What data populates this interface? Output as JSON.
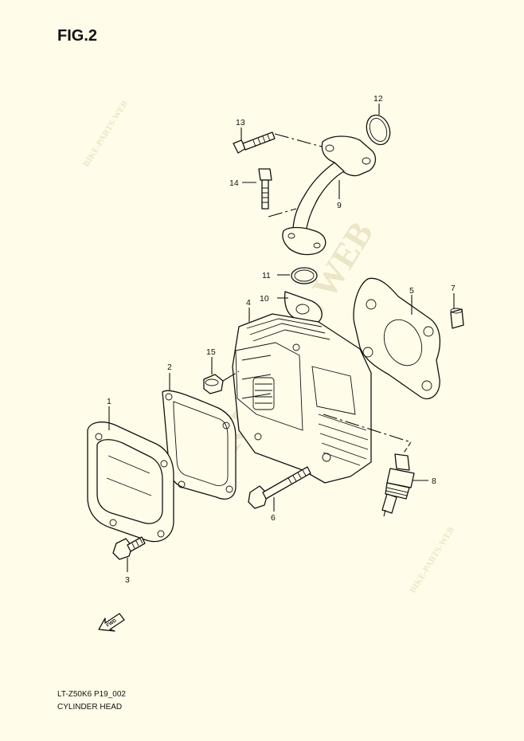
{
  "figure": {
    "title": "FIG.2"
  },
  "watermark": {
    "text": "BIKE-PARTS WEB",
    "text_alt": "BIKE-PARTS-WEB"
  },
  "callouts": [
    "1",
    "2",
    "3",
    "4",
    "5",
    "6",
    "7",
    "8",
    "9",
    "10",
    "11",
    "12",
    "13",
    "14",
    "15"
  ],
  "fwd_label": "FWD",
  "footer": {
    "code": "LT-Z50K6 P19_002",
    "name": "CYLINDER HEAD"
  },
  "colors": {
    "background": "#fffde9",
    "ink": "#111111",
    "watermark": "#ece6c8"
  }
}
